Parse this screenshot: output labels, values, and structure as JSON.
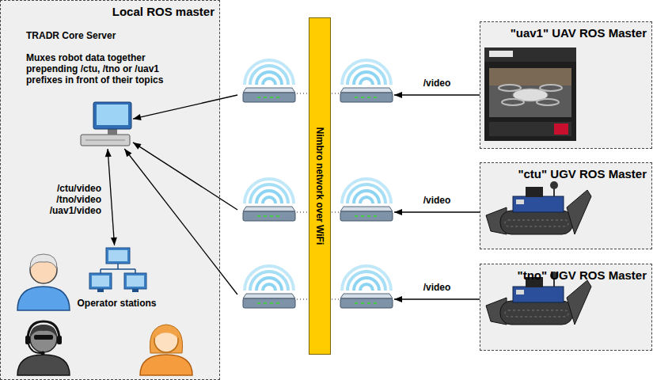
{
  "diagram": {
    "nodes": [
      {
        "text": [
          "Local ROS master"
        ]
      },
      {
        "text": [
          "TRADR Core Server",
          "Muxes robot data together prepending /ctu, /tno or /uav1 prefixes in front of their topics"
        ],
        "in": 0
      },
      {
        "text": [
          "Operator stations"
        ],
        "in": 0
      },
      {
        "text": [
          "Nimbro network over WiFi"
        ]
      },
      {
        "text": [
          "\"uav1\" UAV ROS Master"
        ]
      },
      {
        "text": [
          "\"ctu\" UGV ROS Master"
        ]
      },
      {
        "text": [
          "\"tno\" UGV ROS Master"
        ]
      }
    ],
    "edges": [
      {
        "from": 4,
        "to": 3,
        "arrow": "to",
        "label": "/video"
      },
      {
        "from": 5,
        "to": 3,
        "arrow": "to",
        "label": "/video"
      },
      {
        "from": 6,
        "to": 3,
        "arrow": "to",
        "label": "/video"
      },
      {
        "from": 3,
        "to": 1,
        "arrow": "to"
      },
      {
        "from": 3,
        "to": 1,
        "arrow": "to"
      },
      {
        "from": 3,
        "to": 1,
        "arrow": "to"
      },
      {
        "from": 1,
        "to": 2,
        "arrow": "both"
      }
    ],
    "labels": [
      "/ctu/video",
      "/tno/video",
      "/uav1/video"
    ]
  }
}
